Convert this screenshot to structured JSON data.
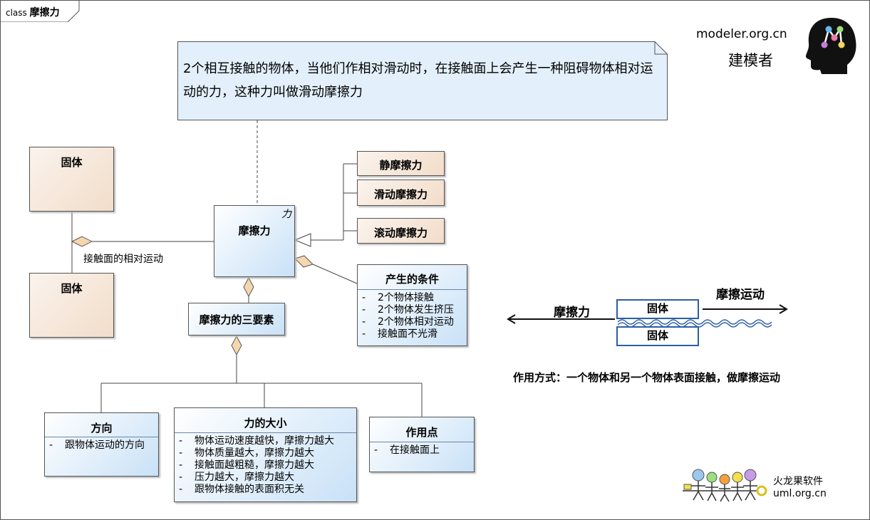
{
  "frame": {
    "keyword": "class",
    "name": "摩擦力"
  },
  "note": {
    "text": "2个相互接触的物体，当他们作相对滑动时，在接触面上会产生一种阻碍物体相对运动的力，这种力叫做滑动摩擦力"
  },
  "brand_top": {
    "site": "modeler.org.cn",
    "name": "建模者"
  },
  "brand_bottom": {
    "name": "火龙果软件",
    "site": "uml.org.cn"
  },
  "nodes": {
    "solid_top": {
      "title": "固体"
    },
    "solid_bottom": {
      "title": "固体"
    },
    "friction": {
      "title": "摩擦力",
      "stereotype": "力"
    },
    "static": {
      "title": "静摩擦力"
    },
    "sliding": {
      "title": "滑动摩擦力"
    },
    "rolling": {
      "title": "滚动摩擦力"
    },
    "conditions": {
      "title": "产生的条件",
      "items": [
        "2个物体接触",
        "2个物体发生挤压",
        "2个物体相对运动",
        "接触面不光滑"
      ]
    },
    "three_elements": {
      "title": "摩擦力的三要素"
    },
    "direction": {
      "title": "方向",
      "items": [
        "跟物体运动的方向"
      ]
    },
    "magnitude": {
      "title": "力的大小",
      "items": [
        "物体运动速度越快，摩擦力越大",
        "物体质量越大，摩擦力越大",
        "接触面越粗糙，摩擦力越大",
        "压力越大，摩擦力越大",
        "跟物体接触的表面积无关"
      ]
    },
    "point": {
      "title": "作用点",
      "items": [
        "在接触面上"
      ]
    }
  },
  "association_label": "接触面的相对运动",
  "illustration": {
    "left_label": "摩擦力",
    "right_label": "摩擦运动",
    "top_block": "固体",
    "bottom_block": "固体",
    "caption": "作用方式：一个物体和另一个物体表面接触，做摩擦运动"
  },
  "colors": {
    "border": "#555555",
    "beige": "#f2ddc9",
    "blue": "#c8e1f7",
    "note": "#e3f0fb",
    "accent": "#2b5ea8"
  }
}
